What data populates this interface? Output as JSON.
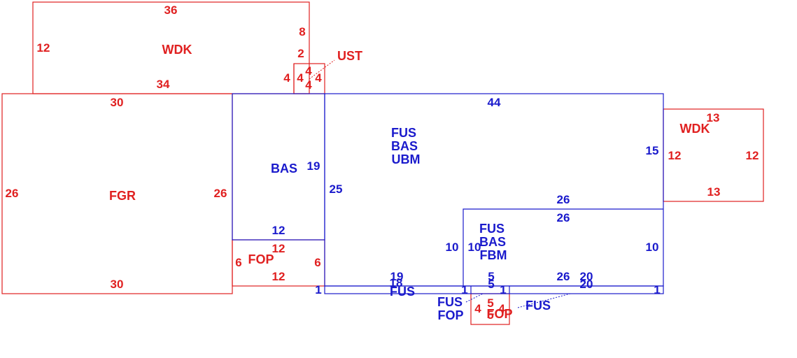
{
  "colors": {
    "red": "#e02020",
    "blue": "#1a1acc",
    "background": "#ffffff"
  },
  "areas": {
    "wdk_top": "WDK",
    "ust": "UST",
    "fgr": "FGR",
    "bas_left": "BAS",
    "fop_left": "FOP",
    "main_line1": "FUS",
    "main_line2": "BAS",
    "main_line3": "UBM",
    "lower_line1": "FUS",
    "lower_line2": "BAS",
    "lower_line3": "FBM",
    "wdk_right": "WDK",
    "fus_strip": "FUS",
    "fus_fop_line1": "FUS",
    "fus_fop_line2": "FOP",
    "fop_small": "FOP",
    "fus_right": "FUS"
  },
  "dims": {
    "wdk_top_top": "36",
    "wdk_top_left": "12",
    "wdk_top_right": "8",
    "wdk_top_bottom": "34",
    "wdk_top_notch": "2",
    "ust_left": "4",
    "ust_top": "4",
    "ust_right": "4",
    "ust_bottom": "4",
    "ust_inner": "4",
    "fgr_top": "30",
    "fgr_left": "26",
    "fgr_right": "26",
    "fgr_bottom": "30",
    "bas_right": "19",
    "bas_bottom": "12",
    "fop_top": "12",
    "fop_left": "6",
    "fop_right": "6",
    "fop_bottom": "12",
    "main_top": "44",
    "main_left": "25",
    "main_right": "15",
    "main_step_a": "26",
    "main_step_b": "26",
    "lower_left_a": "10",
    "lower_left_b": "10",
    "lower_right": "10",
    "strip_a": "19",
    "strip_b": "18",
    "strip_c": "5",
    "strip_d": "5",
    "strip_e": "26",
    "strip_f": "20",
    "strip_g": "20",
    "strip_end_left": "1",
    "strip_end_mid_a": "1",
    "strip_end_mid_b": "1",
    "strip_end_right": "1",
    "fop_small_top": "5",
    "fop_small_left": "4",
    "fop_small_right": "4",
    "fop_small_bottom": "5",
    "wdk_right_top": "13",
    "wdk_right_left": "12",
    "wdk_right_right": "12",
    "wdk_right_bottom": "13"
  }
}
